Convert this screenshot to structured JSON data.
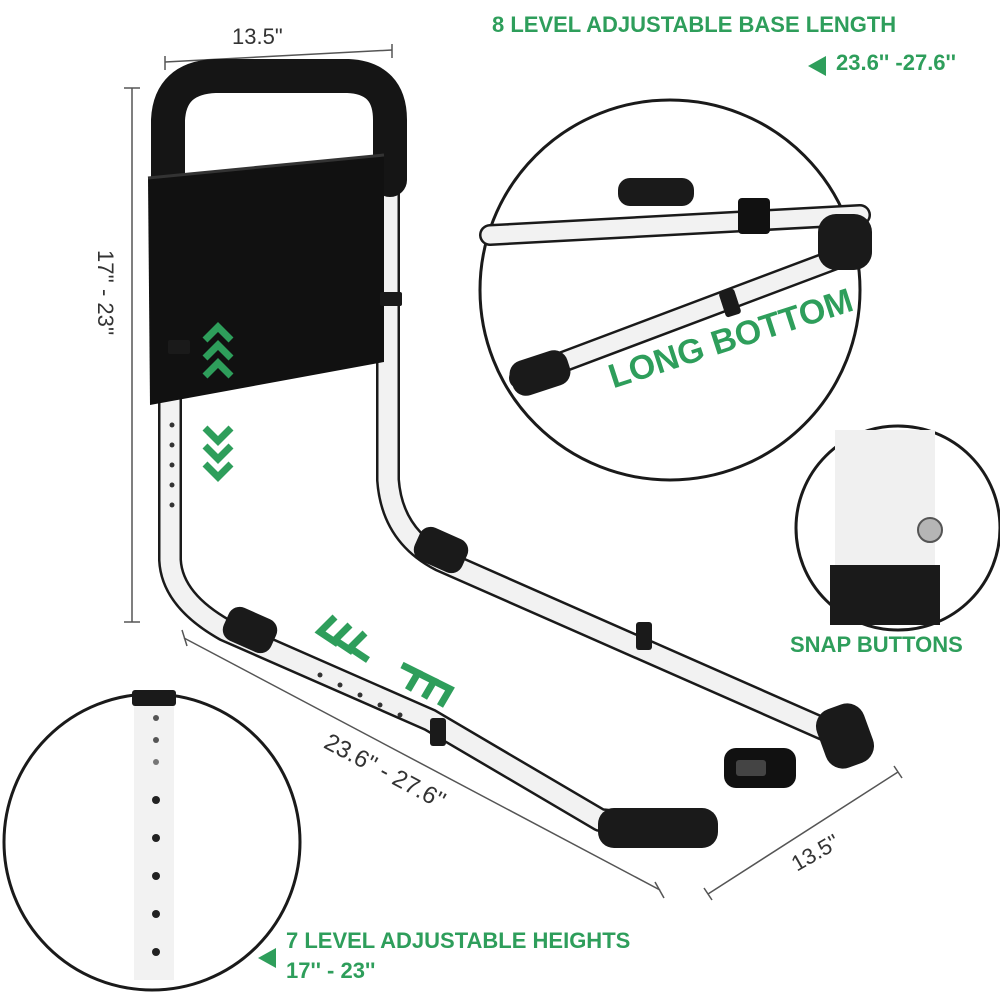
{
  "callouts": {
    "base_title": "8 LEVEL ADJUSTABLE BASE LENGTH",
    "base_range": "23.6'' -27.6''",
    "long_bottom": "LONG BOTTOM",
    "snap_buttons": "SNAP BUTTONS",
    "heights_title": "7 LEVEL ADJUSTABLE HEIGHTS",
    "heights_range": "17'' - 23''"
  },
  "dimensions": {
    "top_width": "13.5\"",
    "height_range": "17'' - 23''",
    "base_length": "23.6'' - 27.6''",
    "base_width": "13.5''"
  },
  "colors": {
    "accent_green": "#2e9e5b",
    "frame_black": "#1a1a1a",
    "frame_white": "#f2f2f2"
  }
}
